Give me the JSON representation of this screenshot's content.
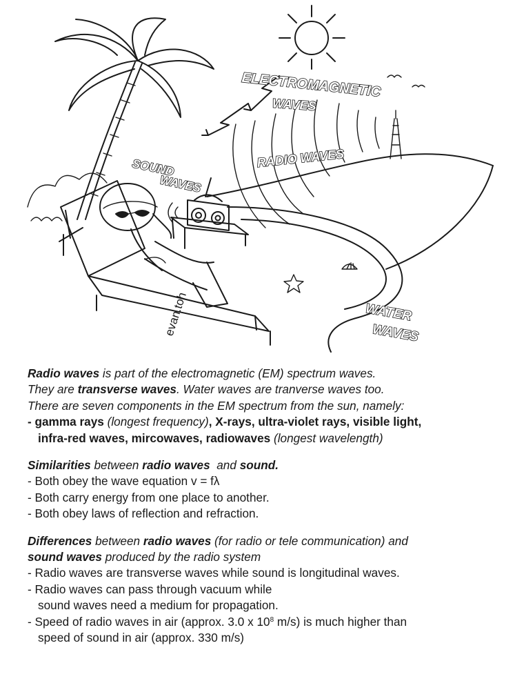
{
  "illustration": {
    "labels": {
      "em_line1": "ELECTROMAGNETIC",
      "em_line2": "WAVES",
      "radio": "RADIO WAVES",
      "sound_line1": "SOUND",
      "sound_line2": "WAVES",
      "water_line1": "WATER",
      "water_line2": "WAVES"
    },
    "signature": "evan.toh"
  },
  "paragraph1": {
    "l1_a": "Radio waves",
    "l1_b": " is part of the electromagnetic (EM) spectrum waves.",
    "l2_a": "They are ",
    "l2_b": "transverse waves",
    "l2_c": ". Water waves are tranverse waves too.",
    "l3": "There are seven components in the EM spectrum from the sun, namely:",
    "l4_a": "- gamma rays",
    "l4_b": " (longest frequency)",
    "l4_c": ", X-rays, ultra-violet rays, visible light,",
    "l5_a": "infra-red waves, mircowaves, radiowaves",
    "l5_b": " (longest wavelength)"
  },
  "paragraph2": {
    "h_a": "Similarities",
    "h_b": " between ",
    "h_c": "radio waves",
    "h_d": "  and ",
    "h_e": "sound.",
    "b1": "- Both obey the wave equation v = fλ",
    "b2": "- Both carry energy from one place to another.",
    "b3": "- Both obey laws of reflection and refraction."
  },
  "paragraph3": {
    "h_a": "Differences",
    "h_b": " between ",
    "h_c": "radio waves",
    "h_d": " (for radio or tele communication) and",
    "h2_a": "sound waves",
    "h2_b": " produced by the radio system",
    "b1": "- Radio waves are transverse waves while sound is longitudinal waves.",
    "b2_1": "- Radio waves can pass through vacuum while",
    "b2_2": "sound waves need a medium for propagation.",
    "b3_1a": "- Speed of radio waves in air (approx. 3.0 x 10",
    "b3_1sup": "8",
    "b3_1b": " m/s) is much higher than",
    "b3_2": "speed of sound in air (approx. 330 m/s)"
  }
}
